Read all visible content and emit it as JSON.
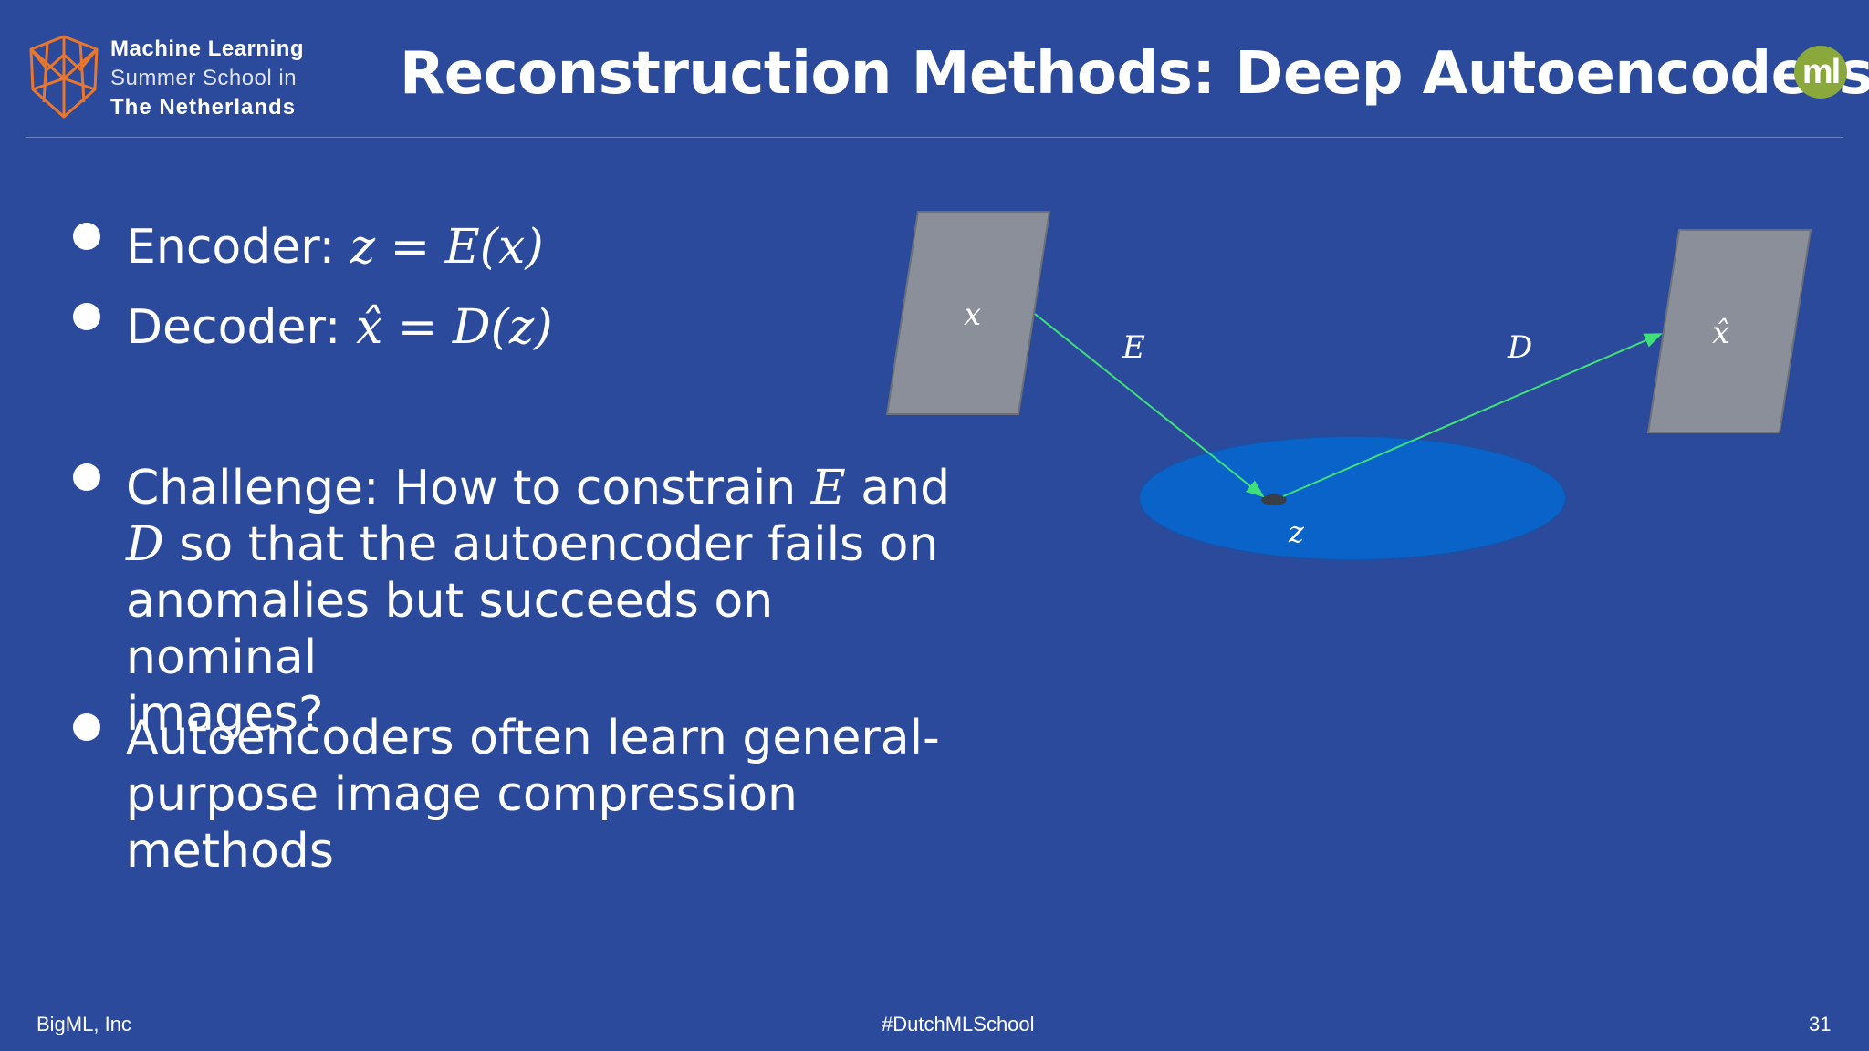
{
  "header": {
    "school_line1": "Machine Learning",
    "school_line2": "Summer School in",
    "school_line3": "The  Netherlands",
    "title": "Reconstruction Methods: Deep Autoencoders",
    "badge": "ml"
  },
  "bullets": [
    {
      "label": "Encoder: ",
      "formula": "z = E(x)"
    },
    {
      "label": "Decoder: ",
      "formula": "x̂ = D(z)"
    },
    {
      "lines": [
        "Challenge: How to constrain ",
        "E",
        " and",
        "D",
        " so that the autoencoder fails on",
        "anomalies but succeeds on nominal",
        "images?"
      ]
    },
    {
      "lines": [
        "Autoencoders often learn general-",
        "purpose image compression",
        "methods"
      ]
    }
  ],
  "diagram": {
    "input_label": "x",
    "output_label": "x̂",
    "latent_label": "z",
    "encoder_arrow_label": "E",
    "decoder_arrow_label": "D",
    "colors": {
      "panel": "#8a8f99",
      "latent": "#0a63c9",
      "arrow": "#3fe07a"
    }
  },
  "footer": {
    "left": "BigML, Inc",
    "center": "#DutchMLSchool",
    "page_number": "31"
  }
}
